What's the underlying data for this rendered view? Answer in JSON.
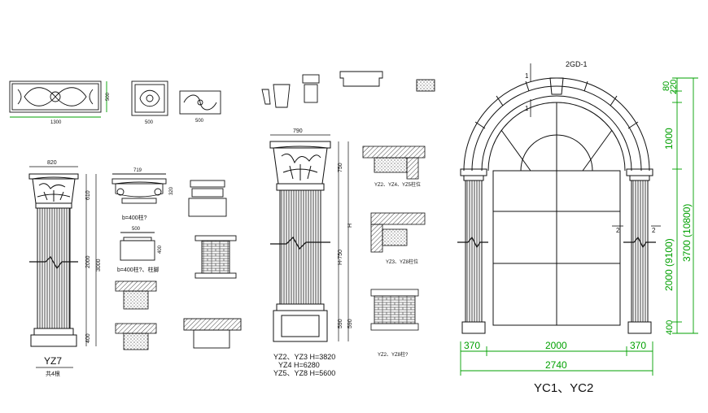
{
  "labels": {
    "ornament_panel_width": "1300",
    "ornament_panel_height": "500",
    "panel_small_a_dims": "500",
    "panel_small_b_dims": "500",
    "column_yz7_width": "820",
    "column_yz7_h1": "610",
    "column_yz7_h2": "2000",
    "column_yz7_h3": "3000",
    "column_yz7_h4": "400",
    "column_yz7_name": "YZ7",
    "column_yz7_note": "共4根",
    "cap_detail_width": "719",
    "cap_detail_height": "320",
    "cap_note_a": "b=400柱?",
    "base_detail_width": "500",
    "base_detail_height": "400",
    "base_note": "b=400柱?、柱脚",
    "column_main_width": "790",
    "column_main_h1": "750",
    "column_main_h2": "H-750",
    "column_main_h3": "H",
    "column_main_h4": "590",
    "column_main_h5": "590",
    "column_main_note_1": "YZ2、YZ3 H=3820",
    "column_main_note_2": "YZ4 H=6280",
    "column_main_note_3": "YZ5、YZ8 H=5600",
    "detail_caption_1": "YZ2、YZ4、YZ5柱位",
    "detail_caption_2": "YZ3、YZ8柱位",
    "detail_caption_3": "YZ2、YZ8柱?",
    "arch_keystone_label": "2GD-1",
    "arch_marker_1": "1",
    "arch_marker_2": "2",
    "arch_h_top_1": "80",
    "arch_h_top_2": "220",
    "arch_h_1000": "1000",
    "arch_h_total": "3700 (10800)",
    "arch_h_2000": "2000 (9100)",
    "arch_h_400": "400",
    "arch_w_left": "370",
    "arch_w_mid": "2000",
    "arch_w_right": "370",
    "arch_w_total": "2740",
    "arch_name": "YC1、YC2"
  },
  "colors": {
    "line": "#111111",
    "dimension": "#00a000",
    "hatch": "#555555"
  }
}
